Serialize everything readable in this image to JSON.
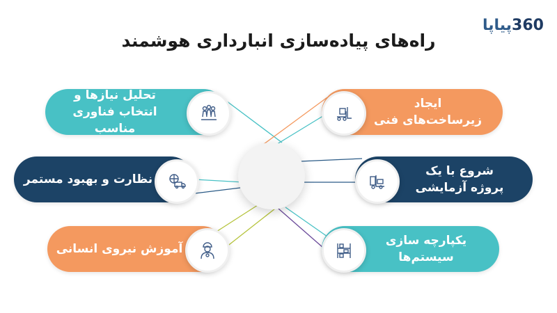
{
  "logo": {
    "persian": "پیاپا",
    "number": "360"
  },
  "title": "راه‌های پیاده‌سازی انبارداری هوشمند",
  "colors": {
    "teal": "#48c1c5",
    "navy": "#1c4366",
    "orange": "#f4995f",
    "icon": "#3f5c87"
  },
  "items": {
    "left_top": {
      "text": "تحلیل نیازها و\nانتخاب فناوری مناسب",
      "icon": "people-icon"
    },
    "left_mid": {
      "text": "نظارت و بهبود مستمر",
      "icon": "delivery-truck-globe-icon"
    },
    "left_bottom": {
      "text": "آموزش نیروی انسانی",
      "icon": "worker-icon"
    },
    "right_top": {
      "text": "ایجاد\nزیرساخت‌های فنی",
      "icon": "forklift-icon"
    },
    "right_mid": {
      "text": "شروع با یک\nپروژه آزمایشی",
      "icon": "forklift-boxes-icon"
    },
    "right_bottom": {
      "text": "یکپارچه سازی\nسیستم‌ها",
      "icon": "warehouse-shelves-icon"
    }
  }
}
